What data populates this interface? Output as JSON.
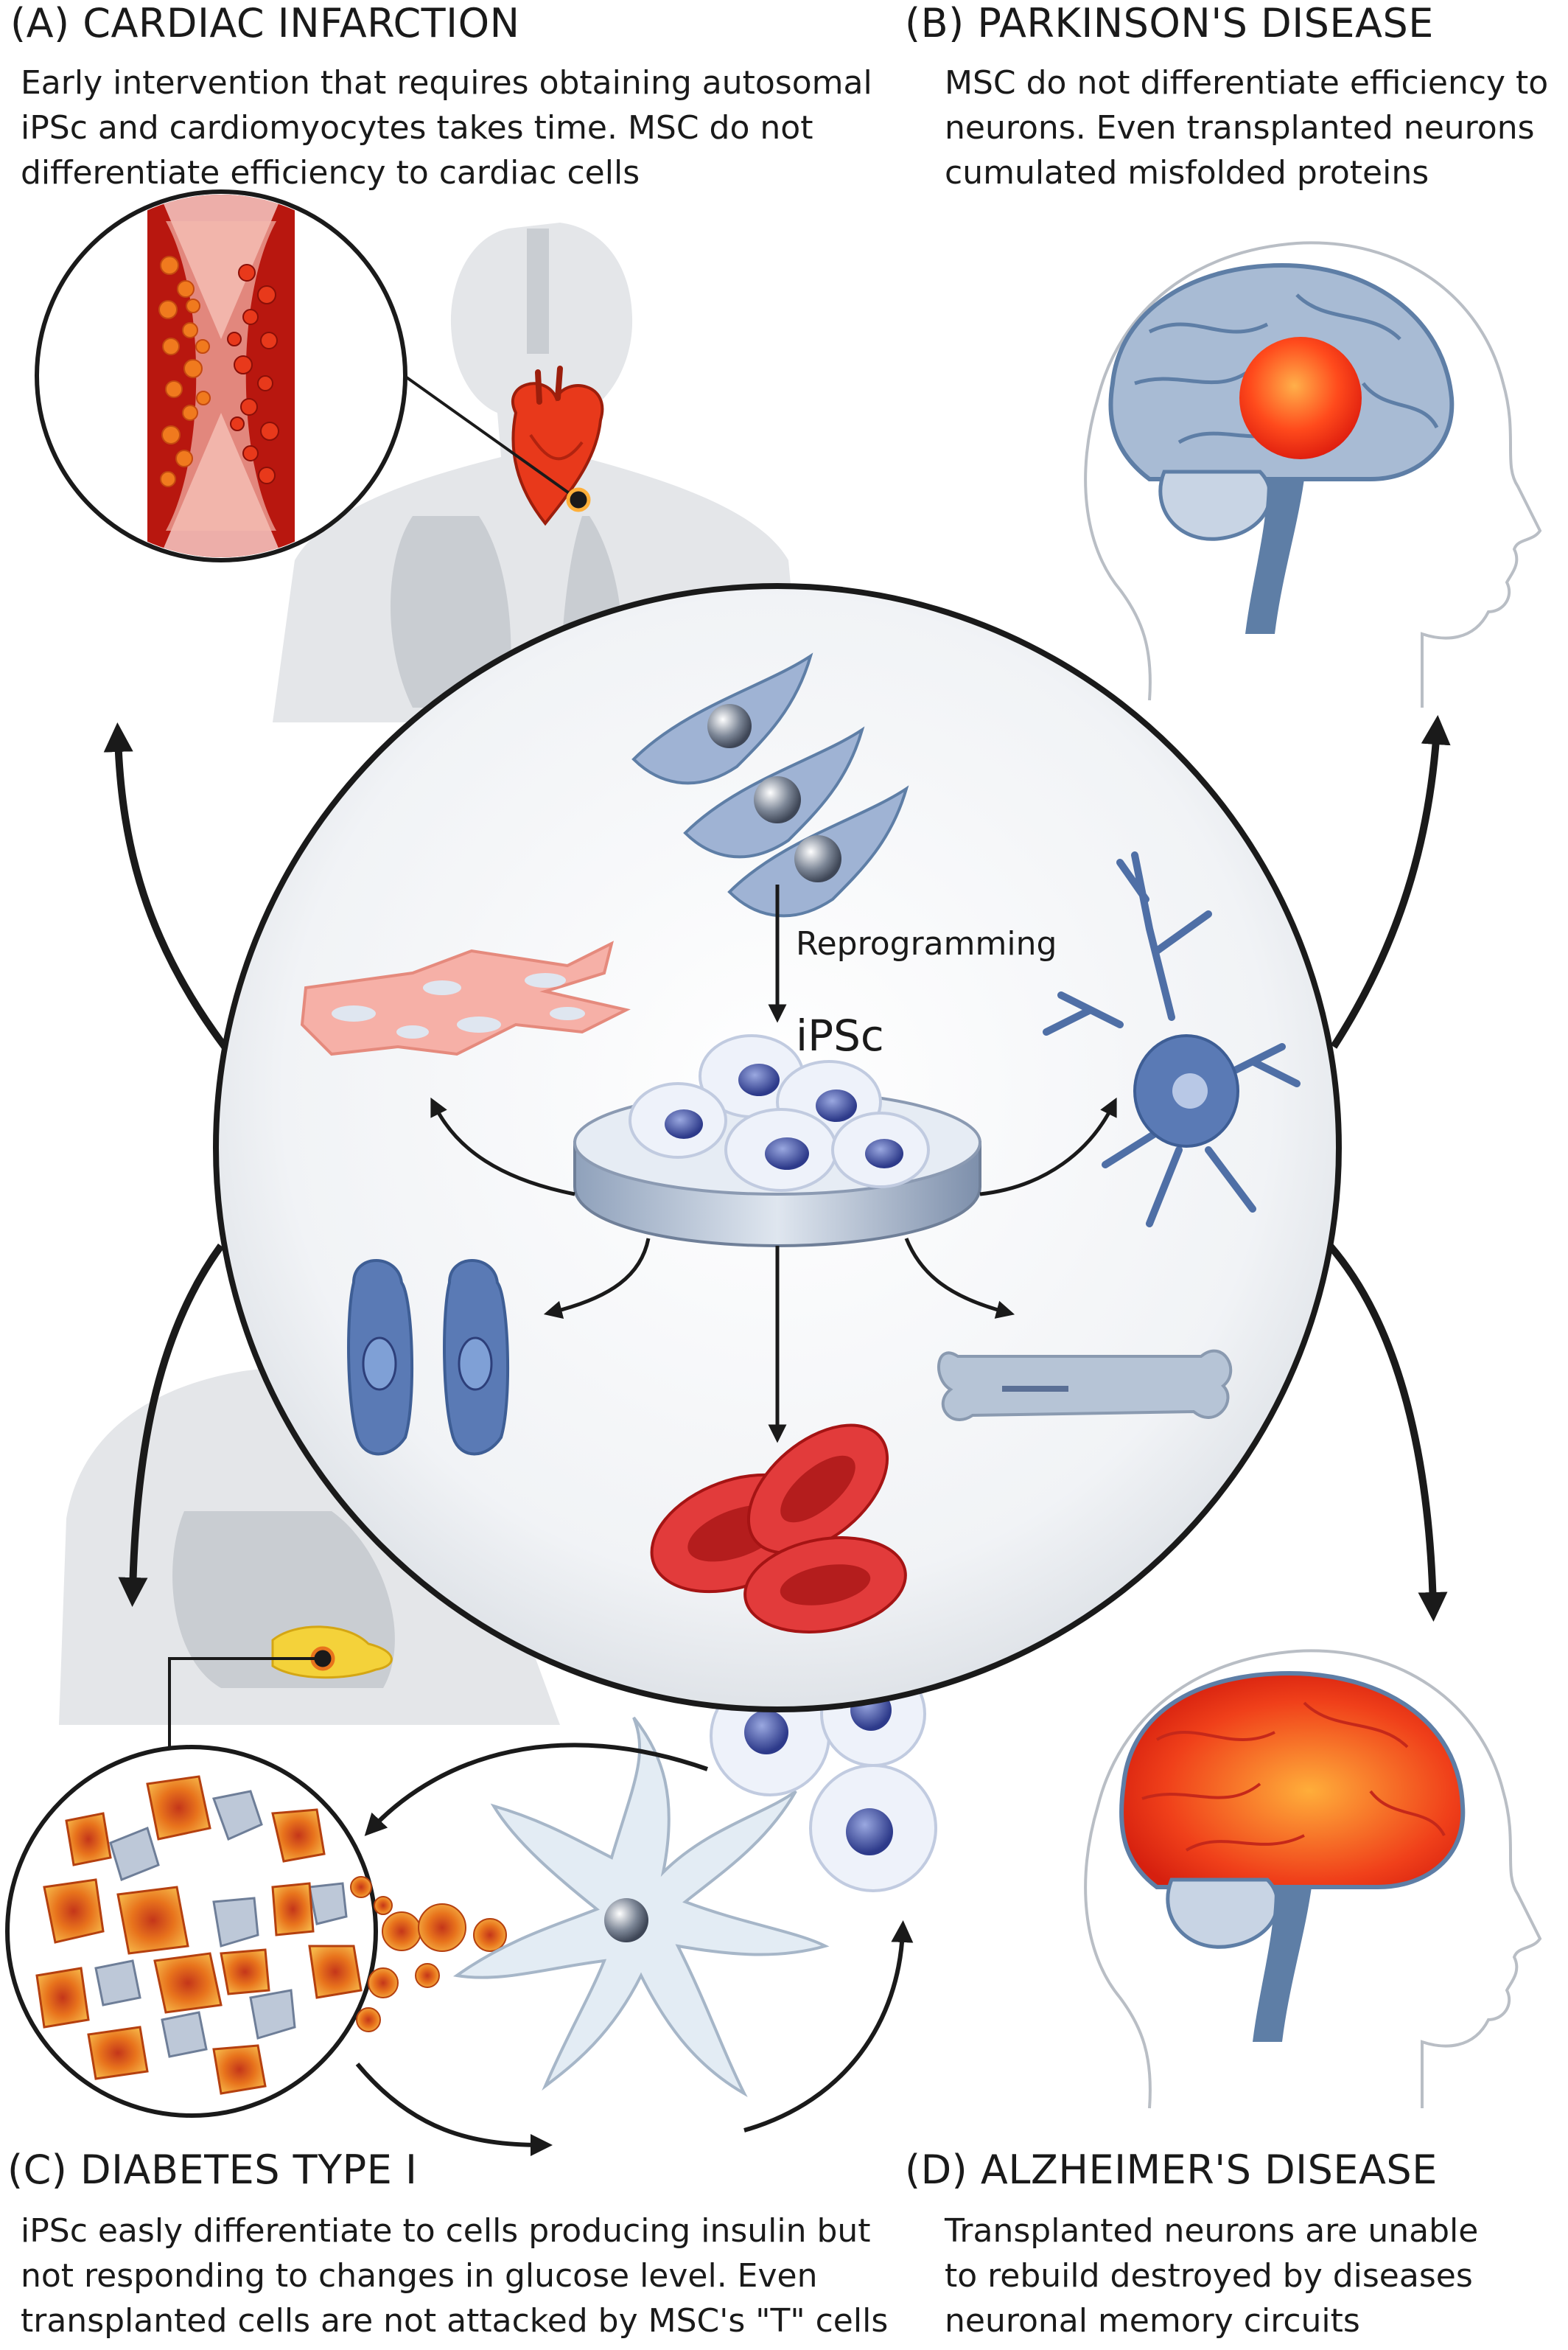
{
  "panels": {
    "a": {
      "title": "(A) CARDIAC INFARCTION",
      "description": "Early intervention that requires obtaining autosomal\niPSc and cardiomyocytes takes time. MSC do not\ndifferentiate efficiency to cardiac cells"
    },
    "b": {
      "title": "(B) PARKINSON'S DISEASE",
      "description": "MSC do not differentiate efficiency to\nneurons. Even transplanted neurons\ncumulated misfolded proteins"
    },
    "c": {
      "title": "(C) DIABETES TYPE I",
      "description": "iPSc easly differentiate to cells producing insulin but\nnot responding to changes in glucose level. Even\ntransplanted cells are not attacked by MSC's \"T\" cells"
    },
    "d": {
      "title": "(D) ALZHEIMER'S DISEASE",
      "description": "Transplanted neurons are unable\nto rebuild destroyed by diseases\nneuronal memory circuits"
    }
  },
  "center": {
    "reprogramming_label": "Reprogramming",
    "ipsc_label": "iPSc"
  },
  "colors": {
    "body_silhouette": "#e4e6e9",
    "organ_gray": "#c9cdd2",
    "heart_red": "#e8391b",
    "blood_red": "#b8170f",
    "brain_blue": "#9fb3cf",
    "brain_dark_blue": "#5e7ea6",
    "lesion_orange": "#ff5a1e",
    "cell_blue": "#4a5fa8",
    "rbc_red": "#e23b3b",
    "beta_cell_orange": "#e8731c",
    "pancreas_yellow": "#f4d23a"
  }
}
